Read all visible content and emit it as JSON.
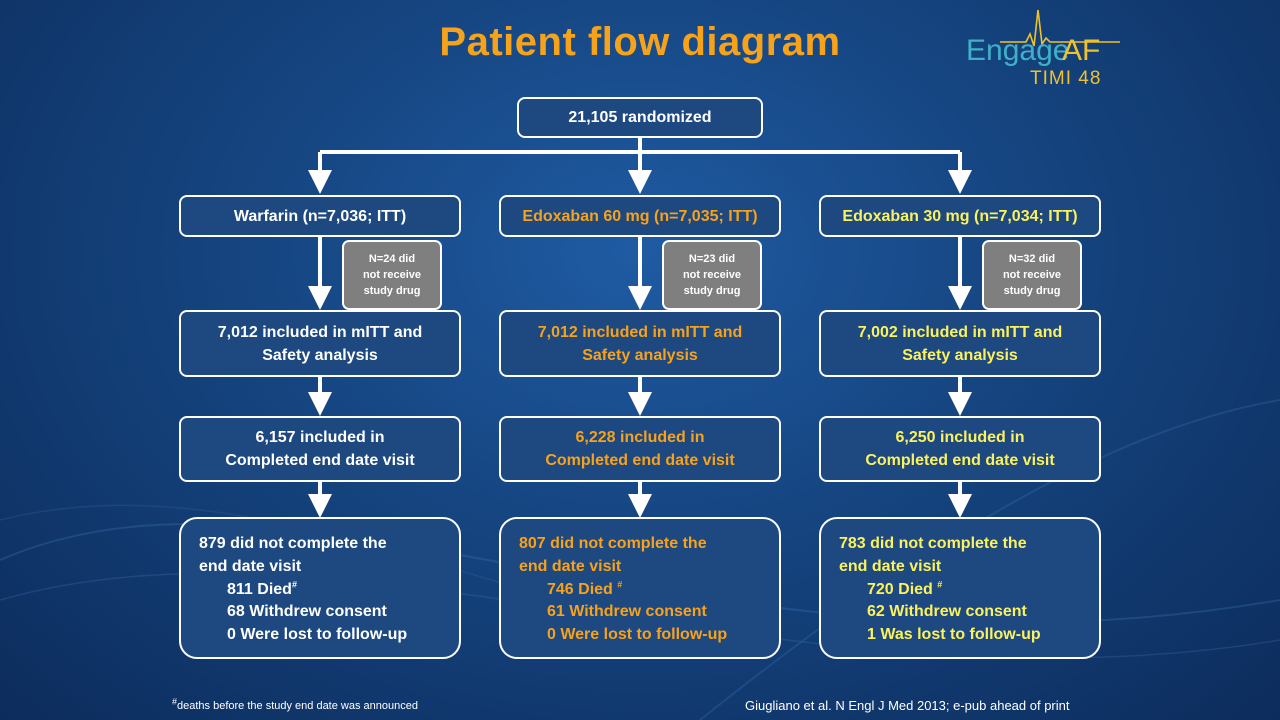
{
  "title": "Patient flow diagram",
  "logo": {
    "engage": "Engage",
    "af": "AF",
    "timi": "TIMI 48"
  },
  "randomized": "21,105 randomized",
  "arms": [
    {
      "name": "Warfarin (n=7,036; ITT)",
      "note": [
        "N=24 did",
        "not receive",
        "study drug"
      ],
      "mitt": [
        "7,012 included in mITT and",
        "Safety analysis"
      ],
      "completed": [
        "6,157 included in",
        "Completed end date visit"
      ],
      "not_complete": [
        "879 did not complete the",
        "end date visit"
      ],
      "died": "811 Died",
      "withdrew": "68 Withdrew consent",
      "lost": "0 Were lost to follow-up",
      "color": "#ffffff"
    },
    {
      "name": "Edoxaban 60 mg (n=7,035; ITT)",
      "note": [
        "N=23 did",
        "not receive",
        "study drug"
      ],
      "mitt": [
        "7,012 included in mITT and",
        "Safety analysis"
      ],
      "completed": [
        "6,228 included in",
        "Completed end date visit"
      ],
      "not_complete": [
        "807 did not complete the",
        "end date visit"
      ],
      "died": "746 Died",
      "withdrew": "61 Withdrew consent",
      "lost": "0 Were lost to follow-up",
      "color": "#f7a21b"
    },
    {
      "name": "Edoxaban 30 mg (n=7,034; ITT)",
      "note": [
        "N=32 did",
        "not receive",
        "study drug"
      ],
      "mitt": [
        "7,002 included in mITT and",
        "Safety analysis"
      ],
      "completed": [
        "6,250 included in",
        "Completed end date visit"
      ],
      "not_complete": [
        "783 did not complete the",
        "end date visit"
      ],
      "died": "720 Died",
      "withdrew": "62 Withdrew consent",
      "lost": "1 Was lost to follow-up",
      "color": "#fbf25d"
    }
  ],
  "footnote_mark": "#",
  "footnote": "deaths before the study end date was announced",
  "citation": "Giugliano et al. N Engl J Med 2013; e-pub ahead of print",
  "colors": {
    "title": "#f7a21b",
    "box_fill": "#1d4880",
    "note_fill": "#7f7f7f"
  }
}
